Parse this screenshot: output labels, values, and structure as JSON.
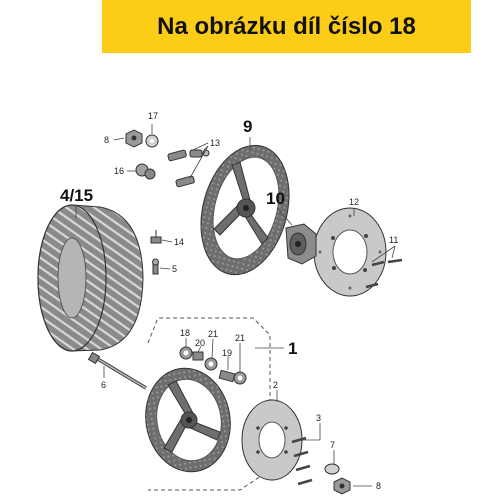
{
  "banner": {
    "text": "Na obrázku díl číslo 18",
    "color": "#fccd16"
  },
  "callouts": {
    "c1": "1",
    "c2": "2",
    "c3": "3",
    "c415": "4/15",
    "c5": "5",
    "c6": "6",
    "c7": "7",
    "c8a": "8",
    "c8b": "8",
    "c9": "9",
    "c10": "10",
    "c11": "11",
    "c12": "12",
    "c13": "13",
    "c14": "14",
    "c16": "16",
    "c17": "17",
    "c18": "18",
    "c19": "19",
    "c20": "20",
    "c21a": "21",
    "c21b": "21"
  }
}
